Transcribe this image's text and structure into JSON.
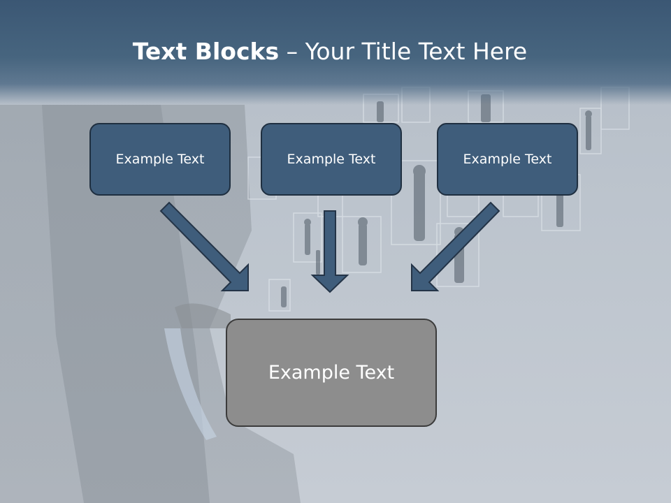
{
  "title": {
    "bold": "Text Blocks",
    "separator": "–",
    "rest": "Your Title Text Here"
  },
  "blocks": {
    "top": [
      "Example Text",
      "Example Text",
      "Example Text"
    ],
    "bottom": "Example Text"
  },
  "colors": {
    "header": "#3b5774",
    "box_fill": "#3f5d7b",
    "box_border": "#1f2f40",
    "arrow_fill": "#3f5d7b",
    "bottom_box_fill": "#8d8d8d"
  }
}
